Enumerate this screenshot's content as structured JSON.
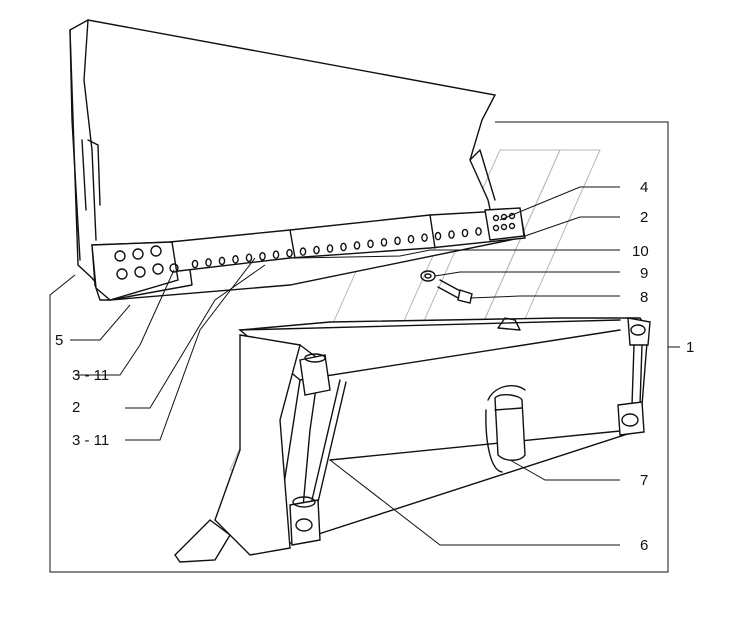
{
  "callouts": [
    {
      "id": "c4",
      "text": "4"
    },
    {
      "id": "c2a",
      "text": "2"
    },
    {
      "id": "c10",
      "text": "10"
    },
    {
      "id": "c9",
      "text": "9"
    },
    {
      "id": "c8",
      "text": "8"
    },
    {
      "id": "c1",
      "text": "1"
    },
    {
      "id": "c5",
      "text": "5"
    },
    {
      "id": "c311a",
      "text": "3 - 11"
    },
    {
      "id": "c2b",
      "text": "2"
    },
    {
      "id": "c311b",
      "text": "3 - 11"
    },
    {
      "id": "c7",
      "text": "7"
    },
    {
      "id": "c6",
      "text": "6"
    }
  ],
  "colors": {
    "ink": "#111111",
    "watermark": "#b8b8b8",
    "background": "#ffffff"
  }
}
